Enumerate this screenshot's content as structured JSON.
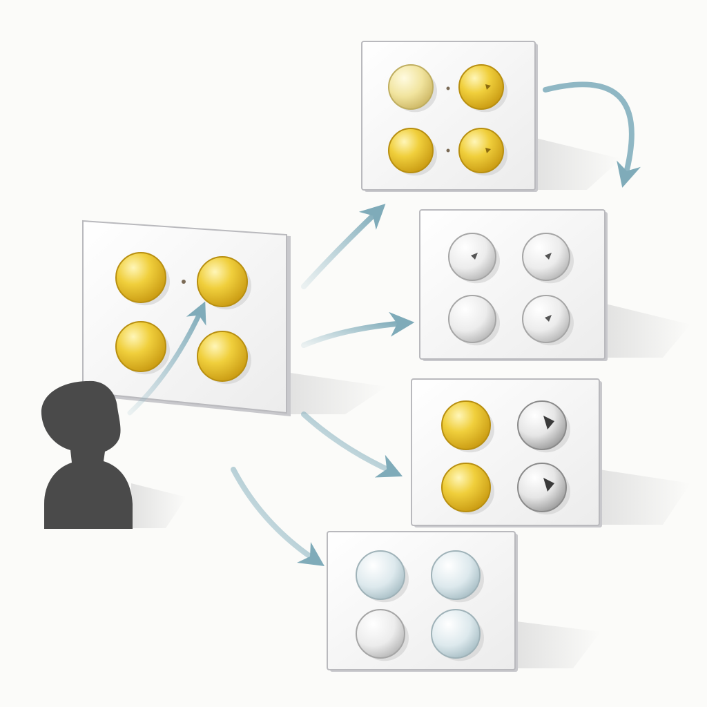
{
  "colors": {
    "background": "#fbfbf9",
    "panel_face": "#f4f4f3",
    "panel_edge": "#b9b9bd",
    "arrow": "#8fb7c4",
    "person": "#4a4a4a",
    "yellow": "#e8c431",
    "pale_yellow": "#efe39a",
    "white": "#ececec",
    "ice": "#d9e6ea",
    "dark_mark": "#444444"
  },
  "person": {
    "icon": "person-silhouette-icon"
  },
  "panels": [
    {
      "id": "source-panel",
      "buttons": [
        {
          "kind": "yellow",
          "mark": false
        },
        {
          "kind": "yellow",
          "mark": false
        },
        {
          "kind": "yellow",
          "mark": false
        },
        {
          "kind": "yellow",
          "mark": false
        }
      ]
    },
    {
      "id": "variant-top",
      "buttons": [
        {
          "kind": "pale_yellow",
          "mark": false
        },
        {
          "kind": "yellow",
          "mark": true
        },
        {
          "kind": "yellow",
          "mark": false
        },
        {
          "kind": "yellow",
          "mark": true
        }
      ]
    },
    {
      "id": "variant-white",
      "buttons": [
        {
          "kind": "white",
          "mark": true
        },
        {
          "kind": "white",
          "mark": true
        },
        {
          "kind": "white",
          "mark": false
        },
        {
          "kind": "white",
          "mark": true
        }
      ]
    },
    {
      "id": "variant-mixed",
      "buttons": [
        {
          "kind": "yellow",
          "mark": false
        },
        {
          "kind": "dark_marked",
          "mark": true
        },
        {
          "kind": "yellow",
          "mark": false
        },
        {
          "kind": "dark_marked",
          "mark": true
        }
      ]
    },
    {
      "id": "variant-ice",
      "buttons": [
        {
          "kind": "ice",
          "mark": false
        },
        {
          "kind": "ice",
          "mark": false
        },
        {
          "kind": "white",
          "mark": false
        },
        {
          "kind": "ice",
          "mark": false
        }
      ]
    }
  ]
}
